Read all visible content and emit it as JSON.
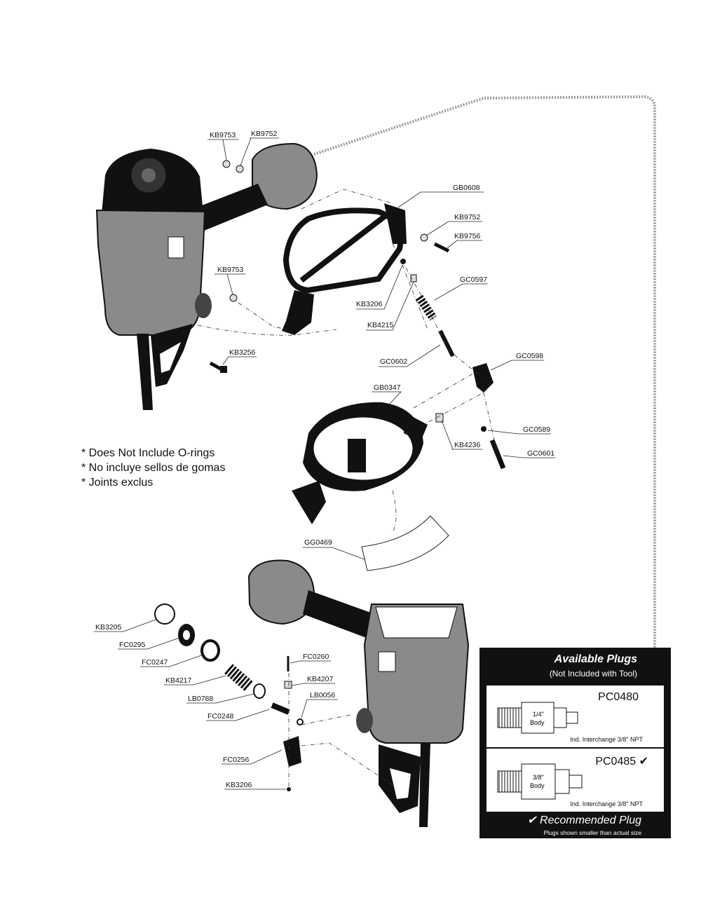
{
  "part_labels": {
    "KB9753_a": "KB9753",
    "KB9752_a": "KB9752",
    "GB0608": "GB0608",
    "KB9752_b": "KB9752",
    "KB9756": "KB9756",
    "KB9753_b": "KB9753",
    "GC0597": "GC0597",
    "KB3206_a": "KB3206",
    "KB4215": "KB4215",
    "KB3256": "KB3256",
    "GC0602": "GC0602",
    "GC0598": "GC0598",
    "GB0347": "GB0347",
    "GC0589": "GC0589",
    "KB4236": "KB4236",
    "GC0601": "GC0601",
    "GG0469": "GG0469",
    "KB3205": "KB3205",
    "FC0295": "FC0295",
    "FC0247": "FC0247",
    "KB4217": "KB4217",
    "LB0788": "LB0788",
    "FC0248": "FC0248",
    "FC0260": "FC0260",
    "KB4207": "KB4207",
    "LB0056": "LB0056",
    "FC0256": "FC0256",
    "KB3206_b": "KB3206"
  },
  "notes": [
    "* Does Not Include O-rings",
    "* No incluye sellos de gomas",
    "* Joints exclus"
  ],
  "plugs_box": {
    "title": "Available Plugs",
    "subtitle": "(Not Included with Tool)",
    "plugs": [
      {
        "code": "PC0480",
        "body_size": "1/4\"",
        "body_word": "Body",
        "description": "Ind. Interchange 3/8\" NPT"
      },
      {
        "code": "PC0485 ✔",
        "body_size": "3/8\"",
        "body_word": "Body",
        "description": "Ind. Interchange 3/8\" NPT"
      }
    ],
    "recommended": "✔ Recommended Plug",
    "footnote": "Plugs shown smaller than actual size"
  },
  "colors": {
    "tool_gray": "#8a8a8a",
    "part_black": "#111111",
    "dotted_line": "#9a9a9a"
  }
}
